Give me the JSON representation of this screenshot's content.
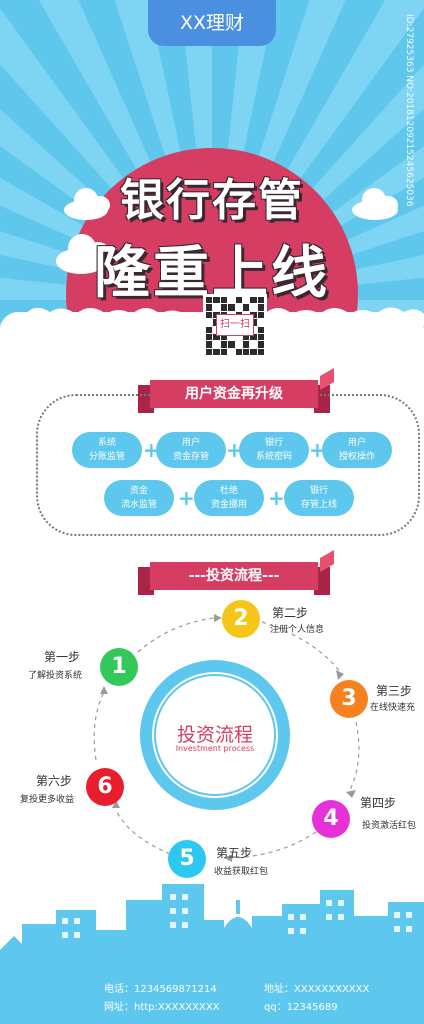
{
  "header": {
    "brand": "XX理财"
  },
  "hero": {
    "title_line1": "银行存管",
    "title_line2": "隆重上线",
    "qr_label": "扫一扫",
    "side_id": "ID:27925363 NO:20181209215245625036"
  },
  "upgrade": {
    "ribbon": "用户资金再升级",
    "items": [
      {
        "line1": "系统",
        "line2": "分账监管"
      },
      {
        "line1": "用户",
        "line2": "资金存管"
      },
      {
        "line1": "银行",
        "line2": "系统密码"
      },
      {
        "line1": "用户",
        "line2": "授权操作"
      },
      {
        "line1": "资金",
        "line2": "流水监管"
      },
      {
        "line1": "杜绝",
        "line2": "资金挪用"
      },
      {
        "line1": "银行",
        "line2": "存管上线"
      }
    ]
  },
  "process": {
    "ribbon": "---投资流程---",
    "center_title": "投资流程",
    "center_subtitle": "Investment process",
    "steps": [
      {
        "num": "1",
        "title": "第一步",
        "desc": "了解投资系统",
        "color": "#34c759"
      },
      {
        "num": "2",
        "title": "第二步",
        "desc": "注册个人信息",
        "color": "#f5c518"
      },
      {
        "num": "3",
        "title": "第三步",
        "desc": "在线快速充",
        "color": "#f5811f"
      },
      {
        "num": "4",
        "title": "第四步",
        "desc": "投资激活红包",
        "color": "#e630d8"
      },
      {
        "num": "5",
        "title": "第五步",
        "desc": "收益获取红包",
        "color": "#2dc8f2"
      },
      {
        "num": "6",
        "title": "第六步",
        "desc": "复投更多收益",
        "color": "#e81e2e"
      }
    ]
  },
  "footer": {
    "phone_label": "电话：",
    "phone": "1234569871214",
    "site_label": "网址：",
    "site": "http:XXXXXXXXX",
    "address_label": "地址：",
    "address": "XXXXXXXXXXX",
    "qq_label": "qq：",
    "qq": "12345689"
  },
  "colors": {
    "sky": "#5fc6ec",
    "accent_red": "#d63d63",
    "accent_blue": "#5ec7ee",
    "tab_blue": "#4a8fe0"
  }
}
